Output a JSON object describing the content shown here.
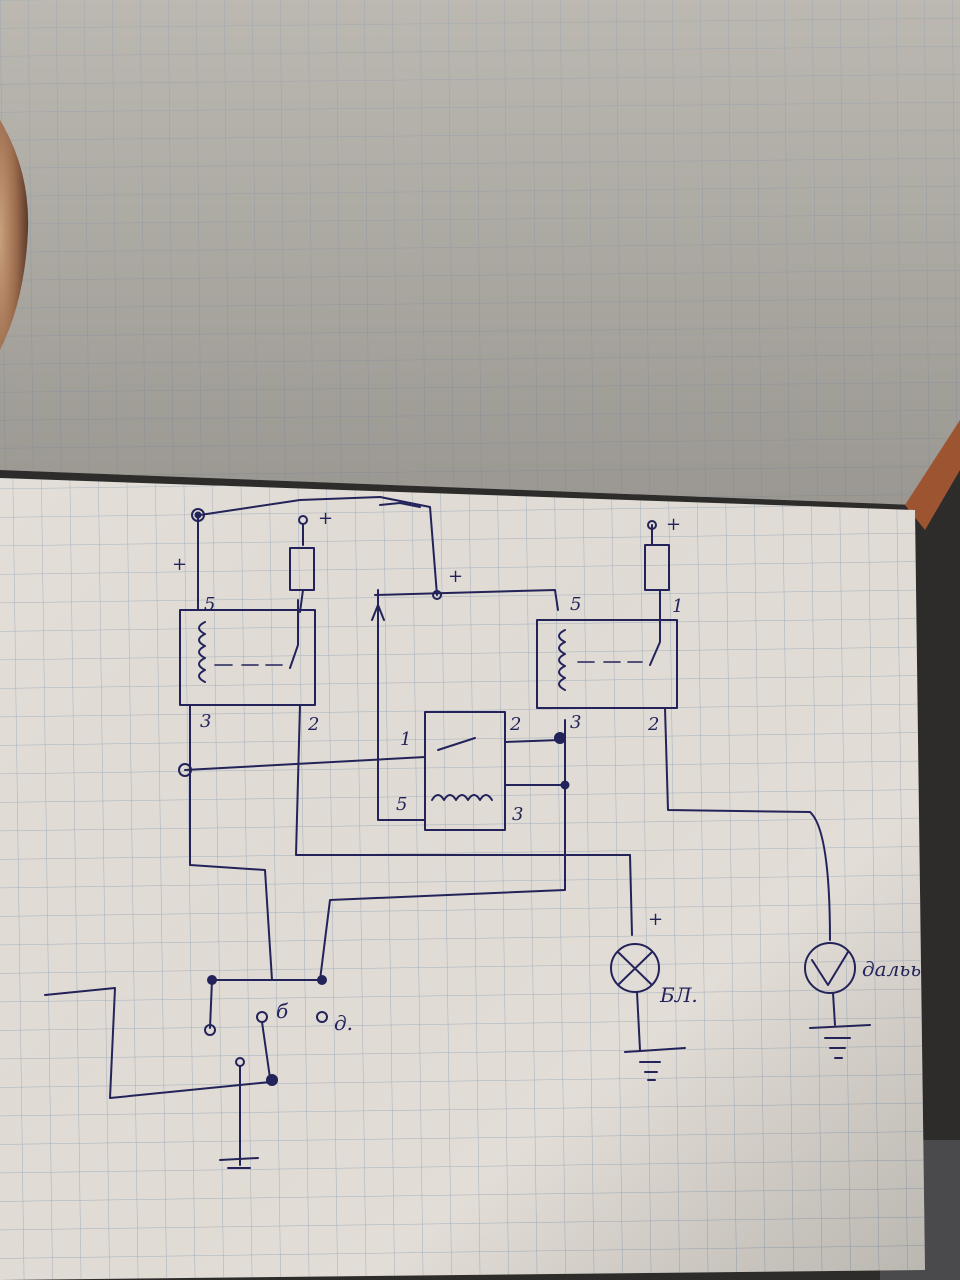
{
  "colors": {
    "ink": "#23235a",
    "paper_top": "#cbc7c0",
    "paper_bottom": "#e3dfd8",
    "grid": "#a9b4bf",
    "background": "#3a3836",
    "cover_edge": "#a5582e"
  },
  "labels": {
    "relay_left": {
      "pin5": "5",
      "pin3": "3",
      "pin2": "2",
      "plus_top": "+",
      "plus_fuse": "+"
    },
    "relay_right": {
      "pin5": "5",
      "pin1": "1",
      "pin3": "3",
      "pin2": "2",
      "plus_fuse": "+"
    },
    "relay_middle": {
      "pin1": "1",
      "pin2": "2",
      "pin5": "5",
      "pin3": "3"
    },
    "plus_mid": "+",
    "plus_lamp": "+",
    "switch": {
      "low_beam": "б",
      "high_beam": "д."
    },
    "lamp_low": "БЛ.",
    "lamp_high": "дальь"
  },
  "symbols": [
    "ground-icon",
    "lamp-icon",
    "relay-coil-icon",
    "fuse-icon",
    "junction-dot-icon"
  ]
}
